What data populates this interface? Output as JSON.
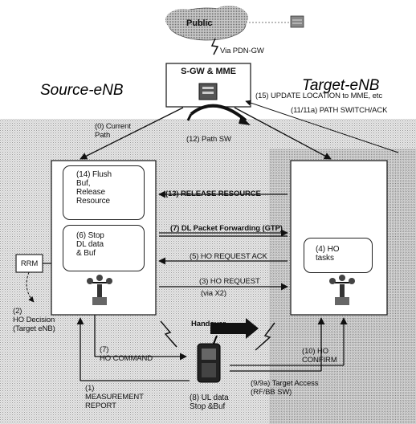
{
  "cloud": {
    "label": "Public"
  },
  "via_pdn": "Via PDN-GW",
  "sgw": {
    "title": "S-GW & MME"
  },
  "source_title": "Source-eNB",
  "target_title": "Target-eNB",
  "labels": {
    "current_path": "(0) Current\nPath",
    "path_sw": "(12) Path SW",
    "update_location": "(15) UPDATE LOCATION to MME, etc",
    "path_switch_ack": "(11/11a) PATH SWITCH/ACK",
    "flush_buf": "(14) Flush\nBuf,\nRelease\nResource",
    "release_resource": "(13) RELEASE RESOURCE",
    "dl_forwarding": "(7) DL Packet Forwarding (GTP)",
    "stop_dl": "(6) Stop\nDL data\n& Buf",
    "ho_request_ack": "(5) HO REQUEST ACK",
    "ho_tasks": "(4) HO\ntasks",
    "rrm": "RRM",
    "ho_request": "(3) HO REQUEST",
    "via_x2": "(via X2)",
    "ho_decision": "(2)\nHO Decision\n(Target eNB)",
    "handover": "Handover",
    "ho_command": "(7)\nHO COMMAND",
    "measurement_report": "(1)\nMEASUREMENT\nREPORT",
    "ul_data": "(8) UL data\nStop &Buf",
    "ho_confirm": "(10) HO\nCONFIRM",
    "target_access": "(9/9a) Target Access\n(RF/BB SW)"
  }
}
